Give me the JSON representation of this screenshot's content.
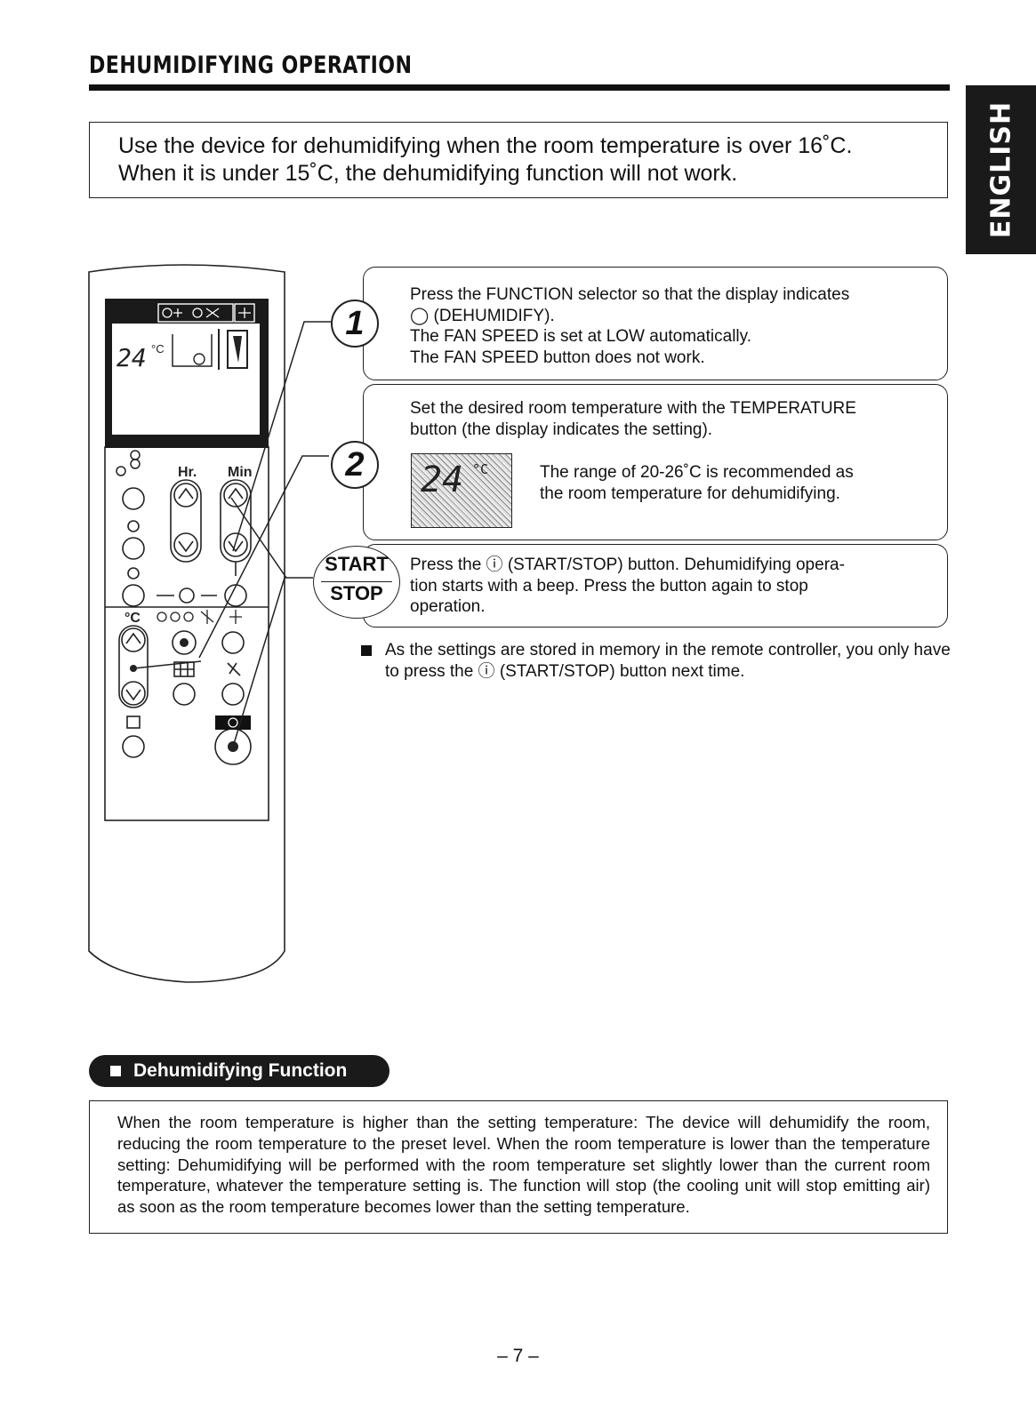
{
  "page": {
    "title": "DEHUMIDIFYING OPERATION",
    "language_tab": "ENGLISH",
    "notice": {
      "line1": "Use the device for dehumidifying when the room temperature is over 16˚C.",
      "line2": "When it is under 15˚C, the dehumidifying function will not work."
    },
    "steps": [
      {
        "badge": "1",
        "lines": [
          "Press the FUNCTION selector so that the display indicates",
          "◯ (DEHUMIDIFY).",
          "The FAN SPEED is set at LOW automatically.",
          "The FAN SPEED button does not work."
        ]
      },
      {
        "badge": "2",
        "lines": [
          "Set the desired room temperature with the TEMPERATURE",
          "button (the display indicates the setting)."
        ],
        "display_value": "24",
        "display_unit": "°C",
        "note_lines": [
          "The range of 20-26˚C is recommended as",
          "the room temperature for dehumidifying."
        ]
      },
      {
        "badge_top": "START",
        "badge_bottom": "STOP",
        "lines": [
          "Press the ⓘ (START/STOP) button. Dehumidifying opera-",
          "tion starts with a beep. Press the button again to stop",
          "operation."
        ]
      }
    ],
    "bullet_note": "As the settings are stored in memory in the remote controller, you only have to press the ⓘ (START/STOP) button next time.",
    "section": {
      "heading": "Dehumidifying Function",
      "body": "When the room temperature is higher than the setting temperature: The device will dehumidify the room, reducing the room temperature to the preset level. When the room temperature is lower than the temperature setting: Dehumidifying will be performed with the room temperature set slightly lower than the current room temperature, whatever the temperature setting is. The function will stop (the cooling unit will stop emitting air) as soon as the room temperature becomes lower than the setting temperature."
    },
    "page_number": "– 7 –"
  },
  "remote": {
    "lcd_temp": "24",
    "lcd_unit": "°C",
    "label_hr": "Hr.",
    "label_min": "Min",
    "label_celsius": "°C"
  }
}
